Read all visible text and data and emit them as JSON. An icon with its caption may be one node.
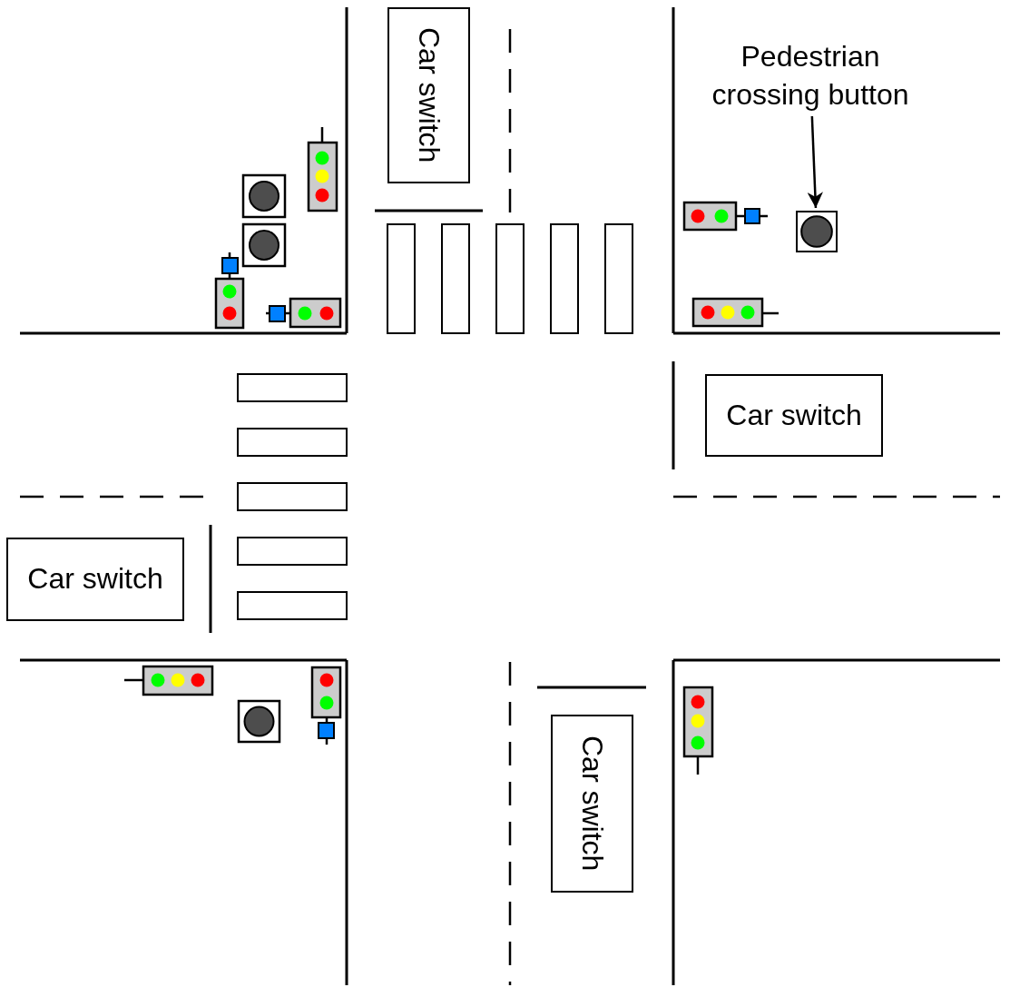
{
  "diagram": {
    "nodes": [
      {
        "text": [
          "Car switch"
        ]
      },
      {
        "text": [
          "Pedestrian crossing button"
        ]
      },
      {
        "text": [],
        "shape": "box"
      },
      {
        "text": [
          "Car switch"
        ]
      },
      {
        "text": [
          "Car switch"
        ]
      },
      {
        "text": [
          "Car switch"
        ]
      }
    ],
    "edges": [
      {
        "from": 1,
        "to": 2,
        "arrow": "to"
      }
    ]
  }
}
